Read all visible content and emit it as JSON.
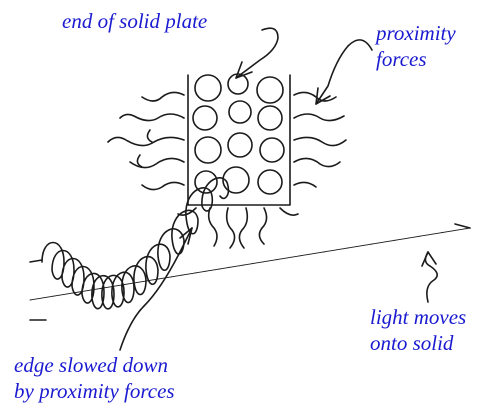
{
  "labels": {
    "end_plate": "end of solid plate",
    "proximity": [
      "proximity",
      "forces"
    ],
    "light_moves": [
      "light moves",
      "onto solid"
    ],
    "edge_slowed": [
      "edge slowed down",
      "by proximity forces"
    ]
  },
  "colors": {
    "label_text": "#1a1ad0",
    "ink": "#1b1b1b"
  }
}
